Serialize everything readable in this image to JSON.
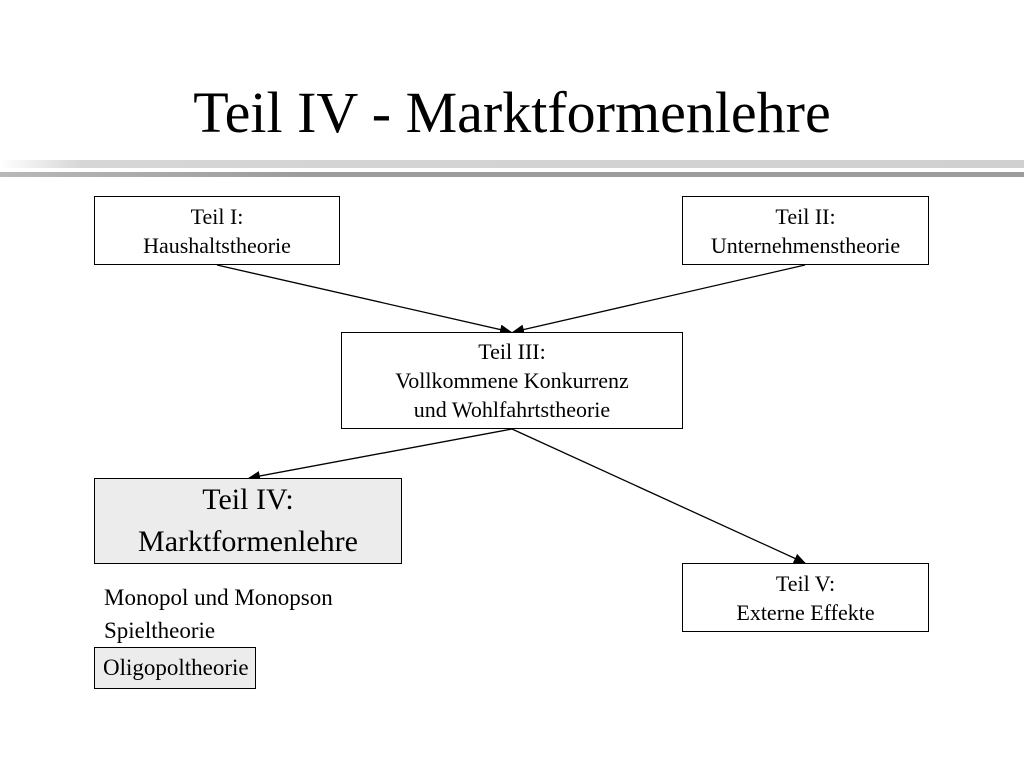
{
  "slide": {
    "title": "Teil IV - Marktformenlehre"
  },
  "boxes": {
    "teil1": {
      "line1": "Teil I:",
      "line2": "Haushaltstheorie"
    },
    "teil2": {
      "line1": "Teil II:",
      "line2": "Unternehmenstheorie"
    },
    "teil3": {
      "line1": "Teil III:",
      "line2": "Vollkommene Konkurrenz",
      "line3": "und Wohlfahrtstheorie"
    },
    "teil4": {
      "line1": "Teil IV:",
      "line2": "Marktformenlehre"
    },
    "teil5": {
      "line1": "Teil V:",
      "line2": "Externe Effekte"
    }
  },
  "topics": [
    "Monopol und Monopson",
    "Spieltheorie",
    "Oligopoltheorie"
  ],
  "colors": {
    "highlight_fill": "#ececec",
    "rule_light": "#d0d0d0",
    "rule_dark": "#9c9c9c"
  }
}
